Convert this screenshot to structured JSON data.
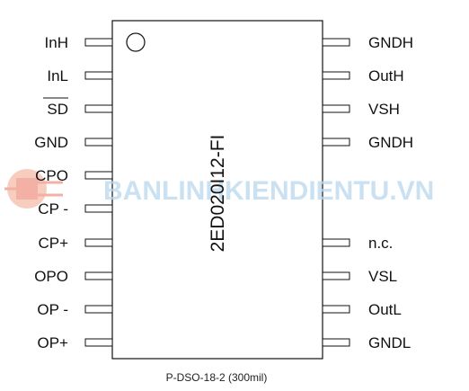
{
  "chip": {
    "part_number": "2ED020I12-FI",
    "package": "P-DSO-18-2 (300mil)"
  },
  "pins_left": [
    {
      "label": "InH",
      "overline": false
    },
    {
      "label": "InL",
      "overline": false
    },
    {
      "label": "SD",
      "overline": true
    },
    {
      "label": "GND",
      "overline": false
    },
    {
      "label": "CPO",
      "overline": false
    },
    {
      "label": "CP -",
      "overline": false
    },
    {
      "label": "CP+",
      "overline": false
    },
    {
      "label": "OPO",
      "overline": false
    },
    {
      "label": "OP -",
      "overline": false
    },
    {
      "label": "OP+",
      "overline": false
    }
  ],
  "pins_right": [
    {
      "label": "GNDH"
    },
    {
      "label": "OutH"
    },
    {
      "label": "VSH"
    },
    {
      "label": "GNDH"
    },
    {
      "label": "n.c."
    },
    {
      "label": "VSL"
    },
    {
      "label": "OutL"
    },
    {
      "label": "GNDL"
    }
  ],
  "watermark": {
    "text": "BANLINHKIENDIENTU.VN"
  }
}
